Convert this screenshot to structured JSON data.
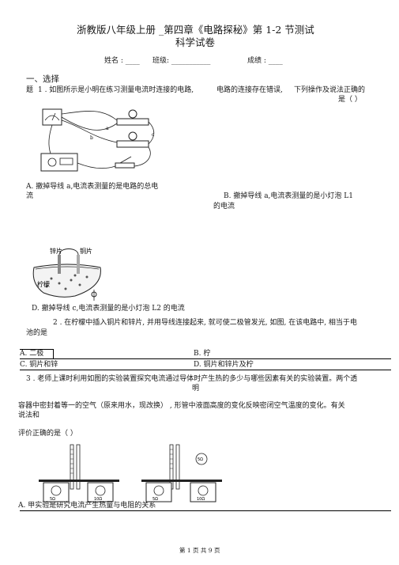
{
  "header": {
    "title_line1": "浙教版八年级上册 _第四章《电路探秘》第 1-2 节测试",
    "title_line2": "科学试卷",
    "name_label": "姓名 : ____",
    "class_label": "班级: ___________",
    "score_label": "成绩 : ____"
  },
  "section1": {
    "heading": "一、选择",
    "heading_cont": "题"
  },
  "q1": {
    "stem_a": "1 . 如图所示是小明在练习测量电流时连接的电路,",
    "stem_b": "电路的连接存在错误,",
    "stem_c": "下列操作及说法正确的",
    "stem_d": "是（ ）",
    "wire_a": "a",
    "wire_b": "b",
    "wire_c": "c",
    "optA_1": "A. 撤掉导线 a,电流表测量的是电路的总电",
    "optA_2": "流",
    "optB_1": "B. 撤掉导线 a,电流表测量的是小灯泡 L1",
    "optB_2": "的电流",
    "optD": "D. 撤掉导线 c,电流表测量的是小灯泡 L2 的电流"
  },
  "fig2": {
    "zinc": "锌片",
    "copper": "铜片",
    "lemon": "柠檬"
  },
  "q2": {
    "stem_1": "2 . 在柠檬中插入铜片和锌片, 并用导线连接起来, 就可使二极管发光, 如图, 在该电路中, 相当于电",
    "stem_2": "池的是",
    "optA": "A. 二极",
    "optB": "B. 柠",
    "optC": "C. 铜片和锌",
    "optD": "D. 铜片和锌片及柠"
  },
  "q3": {
    "stem_1": "3 . 老师上课时利用如图的实验装置探究电流通过导体时产生热的多少与哪些因素有关的实验装置。两个透",
    "stem_2": "明",
    "stem_3": "容器中密封着等一的空气（原来用水，现改换）  ,   形管中液面高度的变化反映密闭空气温度的变化。有关",
    "stem_4": "说法和",
    "stem_5": "评价正确的是（ ）",
    "r_left1": "5Ω",
    "r_left2": "10Ω",
    "r_right1": "5Ω",
    "r_right2": "10Ω",
    "r_top": "5Ω",
    "optA": "A. 甲实验是研究电流产生热量与电阻的关系"
  },
  "footer": {
    "page": "第 1 页 共 9 页"
  }
}
